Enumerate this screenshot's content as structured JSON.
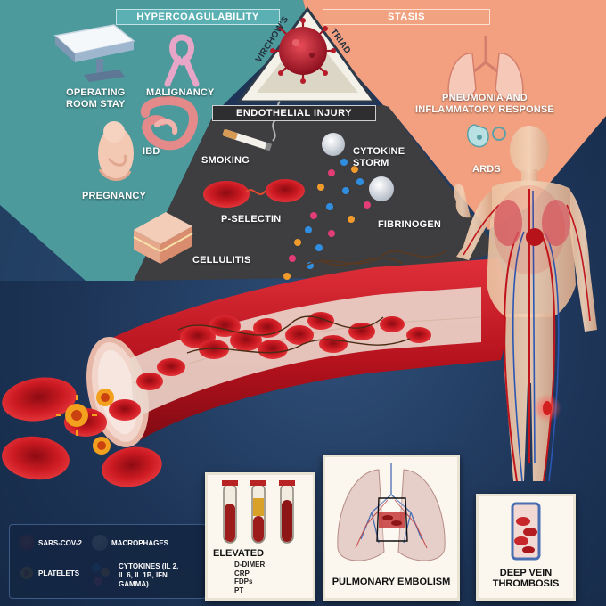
{
  "triad": {
    "hypercoagulability": "HYPERCOAGULABILITY",
    "stasis": "STASIS",
    "virchows": "VIRCHOW'S",
    "triad_word": "TRIAD",
    "endothelial_injury": "ENDOTHELIAL INJURY"
  },
  "hypercoag_factors": {
    "operating_room": "OPERATING\nROOM STAY",
    "malignancy": "MALIGNANCY",
    "ibd": "IBD",
    "pregnancy": "PREGNANCY"
  },
  "stasis_factors": {
    "pneumonia": "PNEUMONIA AND\nINFLAMMATORY RESPONSE",
    "ards": "ARDS"
  },
  "endothelial_factors": {
    "smoking": "SMOKING",
    "cytokine_storm": "CYTOKINE\nSTORM",
    "p_selectin": "P-SELECTIN",
    "fibrinogen": "FIBRINOGEN",
    "cellulitis": "CELLULITIS"
  },
  "legend": {
    "sars": "SARS-COV-2",
    "macrophages": "MACROPHAGES",
    "platelets": "PLATELETS",
    "cytokines": "CYTOKINES (IL 2,\nIL 6, IL 1B, IFN\nGAMMA)"
  },
  "labs_panel": {
    "title": "ELEVATED",
    "items": [
      "D-DIMER",
      "CRP",
      "FDPs",
      "PT"
    ]
  },
  "pe_panel": {
    "title": "PULMONARY EMBOLISM"
  },
  "dvt_panel": {
    "title": "DEEP VEIN\nTHROMBOSIS"
  },
  "colors": {
    "teal": "#4c9a9c",
    "salmon": "#f2a07f",
    "dark": "#3c3c3c",
    "blood": "#c0141c",
    "background": "#1d3457"
  }
}
